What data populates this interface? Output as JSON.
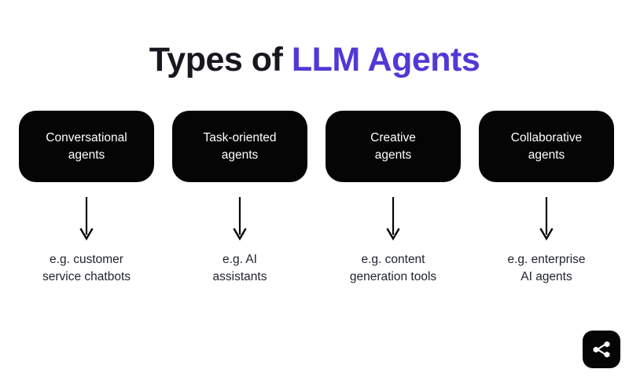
{
  "title": {
    "text_dark": "Types of ",
    "text_accent": "LLM Agents",
    "accent_color": "#5239d6",
    "dark_color": "#17171f"
  },
  "diagram": {
    "background_color": "#ffffff",
    "node_fill_color": "#050505",
    "node_text_color": "#ffffff",
    "example_text_color": "#20242e",
    "columns": [
      {
        "node_label": "Conversational\nagents",
        "arrow": "down-arrow",
        "example_label": "e.g. customer\nservice chatbots"
      },
      {
        "node_label": "Task-oriented\nagents",
        "arrow": "down-arrow",
        "example_label": "e.g. AI\nassistants"
      },
      {
        "node_label": "Creative\nagents",
        "arrow": "down-arrow",
        "example_label": "e.g. content\ngeneration tools"
      },
      {
        "node_label": "Collaborative\nagents",
        "arrow": "down-arrow",
        "example_label": "e.g. enterprise\nAI agents"
      }
    ]
  },
  "share_badge": {
    "icon": "share-icon",
    "background_color": "#050505",
    "icon_color": "#ffffff"
  }
}
